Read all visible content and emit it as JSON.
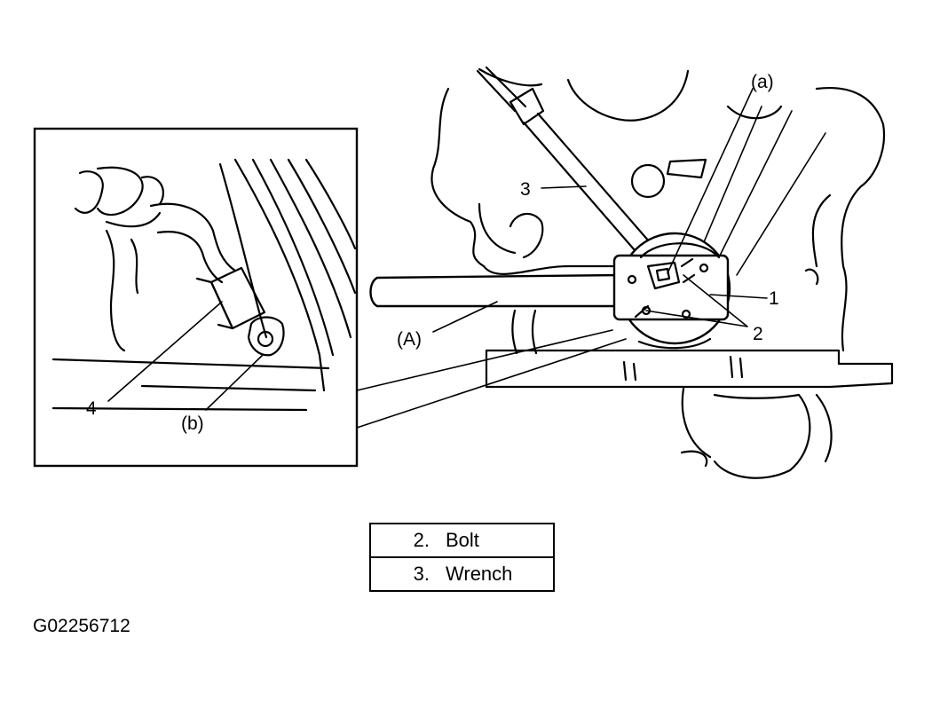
{
  "callouts": {
    "a": "(a)",
    "one": "1",
    "two": "2",
    "three": "3",
    "tool_a": "(A)",
    "four": "4",
    "b": "(b)"
  },
  "legend": [
    {
      "number": "2.",
      "label": "Bolt"
    },
    {
      "number": "3.",
      "label": "Wrench"
    }
  ],
  "figure_id": "G02256712"
}
